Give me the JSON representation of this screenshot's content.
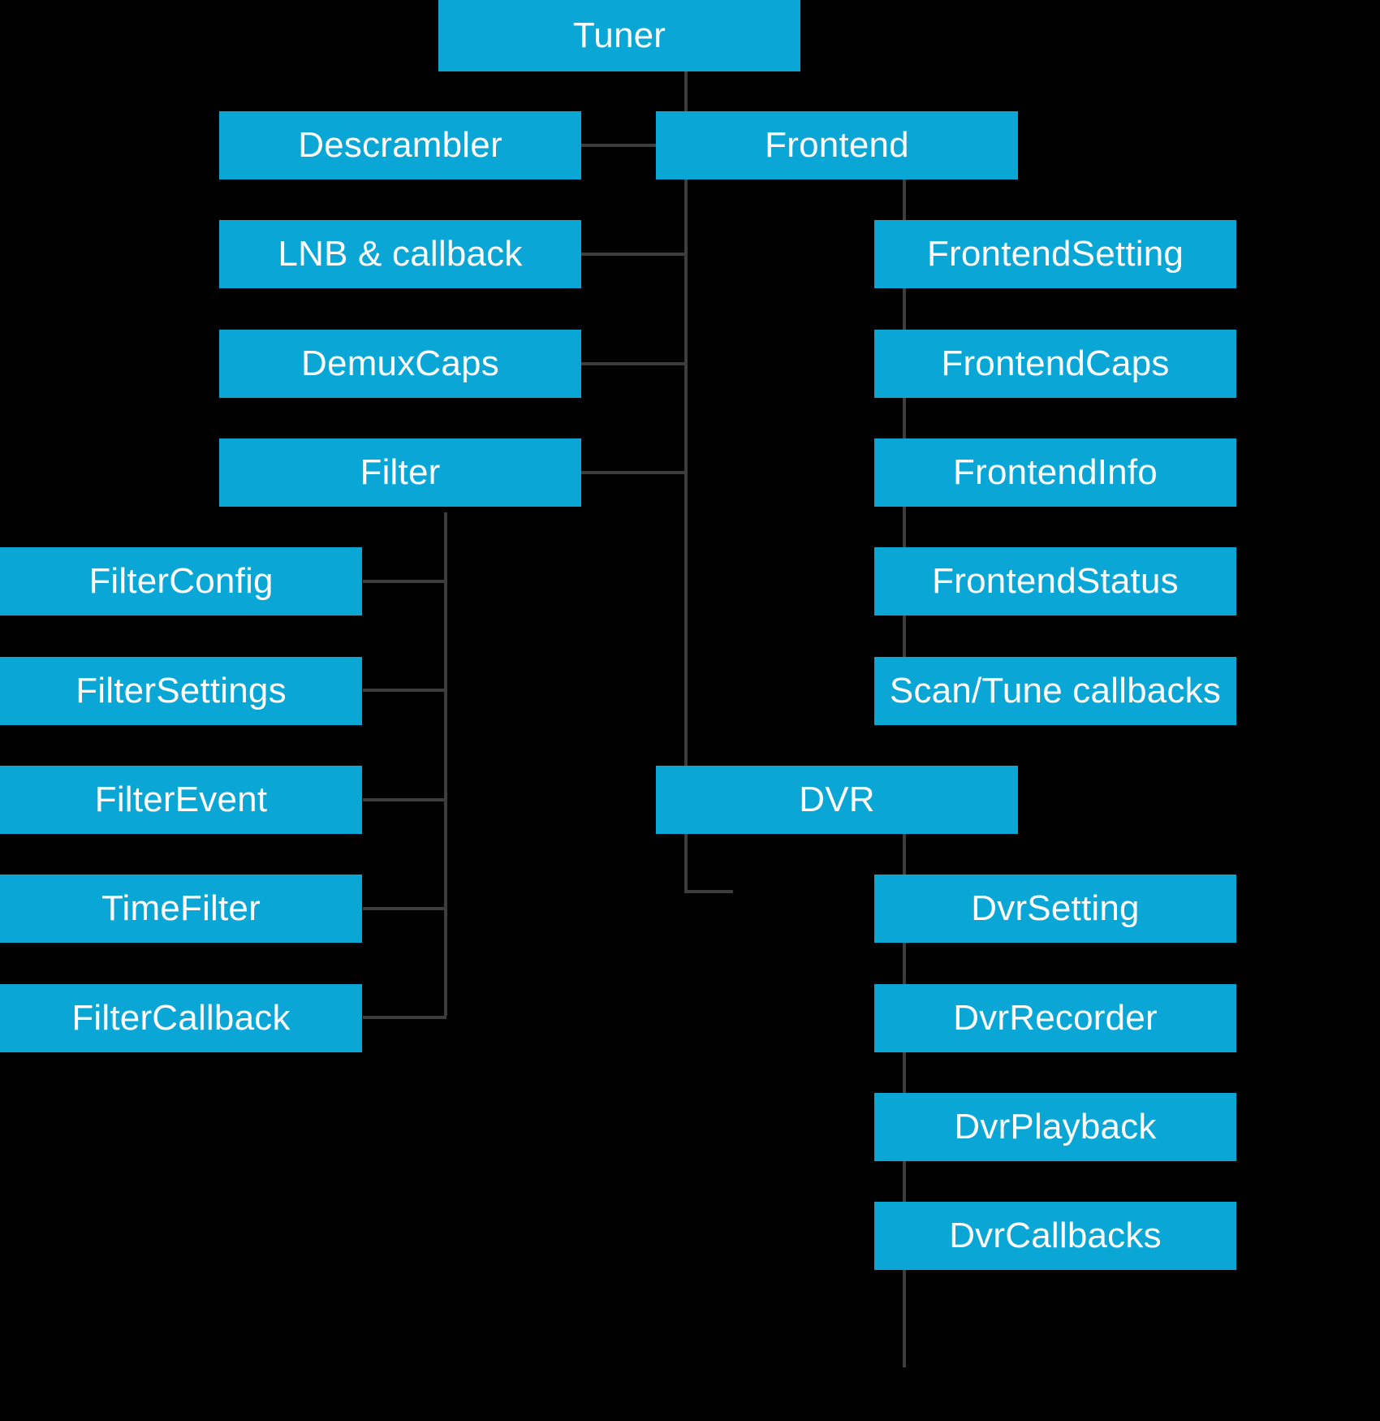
{
  "diagram": {
    "title": "Tuner",
    "type": "tree",
    "accent_color": "#0aa6d6",
    "background_color": "#000000",
    "text_color": "#ffffff",
    "connector_color": "#3d3d3d",
    "root": {
      "label": "Tuner"
    },
    "nodes": {
      "tuner": "Tuner",
      "descrambler": "Descrambler",
      "lnb_callback": "LNB & callback",
      "demux_caps": "DemuxCaps",
      "filter": "Filter",
      "frontend": "Frontend",
      "frontend_setting": "FrontendSetting",
      "frontend_caps": "FrontendCaps",
      "frontend_info": "FrontendInfo",
      "frontend_status": "FrontendStatus",
      "scan_tune_callbacks": "Scan/Tune callbacks",
      "dvr": "DVR",
      "dvr_setting": "DvrSetting",
      "dvr_recorder": "DvrRecorder",
      "dvr_playback": "DvrPlayback",
      "dvr_callbacks": "DvrCallbacks",
      "filter_config": "FilterConfig",
      "filter_settings": "FilterSettings",
      "filter_event": "FilterEvent",
      "time_filter": "TimeFilter",
      "filter_callback": "FilterCallback"
    },
    "hierarchy": [
      {
        "label": "Tuner",
        "children": [
          {
            "label": "Descrambler"
          },
          {
            "label": "LNB & callback"
          },
          {
            "label": "DemuxCaps"
          },
          {
            "label": "Filter",
            "children": [
              {
                "label": "FilterConfig"
              },
              {
                "label": "FilterSettings"
              },
              {
                "label": "FilterEvent"
              },
              {
                "label": "TimeFilter"
              },
              {
                "label": "FilterCallback"
              }
            ]
          },
          {
            "label": "Frontend",
            "children": [
              {
                "label": "FrontendSetting"
              },
              {
                "label": "FrontendCaps"
              },
              {
                "label": "FrontendInfo"
              },
              {
                "label": "FrontendStatus"
              },
              {
                "label": "Scan/Tune callbacks"
              }
            ]
          },
          {
            "label": "DVR",
            "children": [
              {
                "label": "DvrSetting"
              },
              {
                "label": "DvrRecorder"
              },
              {
                "label": "DvrPlayback"
              },
              {
                "label": "DvrCallbacks"
              }
            ]
          }
        ]
      }
    ]
  }
}
